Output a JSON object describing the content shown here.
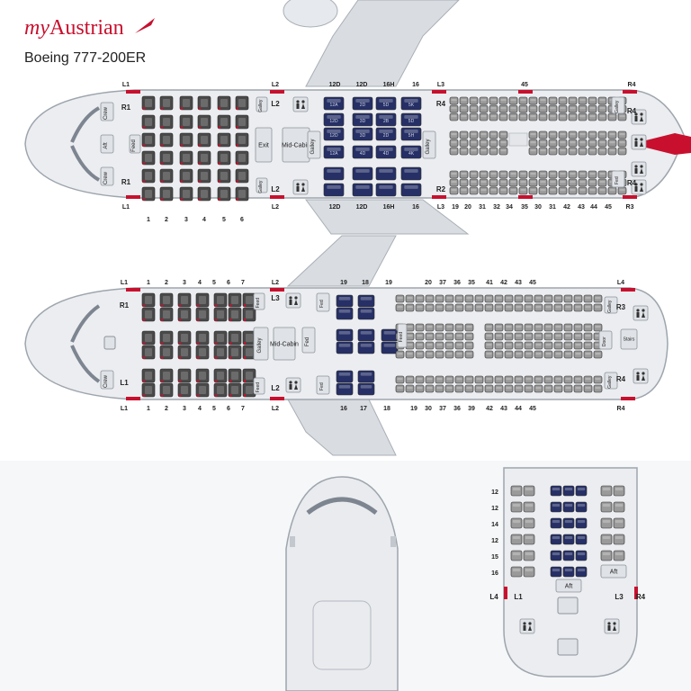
{
  "header": {
    "brand_prefix": "my",
    "brand_name": "Austrian",
    "aircraft": "Boeing 777-200ER"
  },
  "colors": {
    "brand_red": "#c8102e",
    "premium_seat": "#263066",
    "business_seat": "#4a4a4a",
    "economy_seat": "#9a9a9a",
    "fuselage": "#ebedf0"
  },
  "deck1": {
    "top_labels": [
      "L1",
      "L2",
      "12D",
      "12D",
      "16H",
      "16",
      "L3",
      "45",
      "R4"
    ],
    "bottom_labels": [
      "L1",
      "L2",
      "12D",
      "12D",
      "16H",
      "16",
      "L3",
      "19",
      "20",
      "31",
      "32",
      "34",
      "35",
      "30",
      "31",
      "42",
      "43",
      "44",
      "45",
      "R3"
    ],
    "row_numbers": [
      "1",
      "2",
      "3",
      "4",
      "5",
      "6"
    ],
    "door_labels": [
      "R1",
      "R1",
      "L2",
      "L2",
      "R4",
      "R2",
      "R4",
      "R4"
    ],
    "premium_seat_labels": [
      "12A",
      "2D",
      "5D",
      "5K",
      "12D",
      "3D",
      "2B",
      "5D",
      "12D",
      "3D",
      "2D",
      "5H",
      "12A",
      "4D",
      "4D",
      "4K"
    ],
    "galley_labels": [
      "Crew",
      "Aft",
      "Crew",
      "Feed",
      "Exit",
      "Mid-Cabin",
      "Galley",
      "Galley",
      "Galley",
      "Fed",
      "Galley",
      "Galley"
    ]
  },
  "deck2": {
    "top_labels": [
      "L1",
      "1",
      "2",
      "3",
      "4",
      "5",
      "6",
      "7",
      "L2",
      "19",
      "18",
      "19",
      "20",
      "37",
      "36",
      "35",
      "41",
      "42",
      "43",
      "45",
      "L4"
    ],
    "bottom_labels": [
      "L1",
      "1",
      "2",
      "3",
      "4",
      "5",
      "6",
      "7",
      "L2",
      "16",
      "17",
      "18",
      "19",
      "30",
      "37",
      "36",
      "39",
      "42",
      "43",
      "44",
      "45",
      "R4"
    ],
    "door_labels": [
      "R1",
      "L1",
      "L3",
      "L2",
      "R3",
      "R4"
    ],
    "galley_labels": [
      "Crew",
      "Feed",
      "Galley",
      "Mid-Cabin",
      "Fed",
      "Fed",
      "Fed",
      "Feed",
      "Feed",
      "Galley",
      "Door",
      "Stairs",
      "Galley"
    ]
  },
  "detail": {
    "row_labels": [
      "12",
      "12",
      "14",
      "12",
      "15",
      "16"
    ],
    "door_labels": [
      "L4",
      "L1",
      "L3",
      "R4"
    ],
    "galley_labels": [
      "Aft",
      "Aft"
    ]
  }
}
